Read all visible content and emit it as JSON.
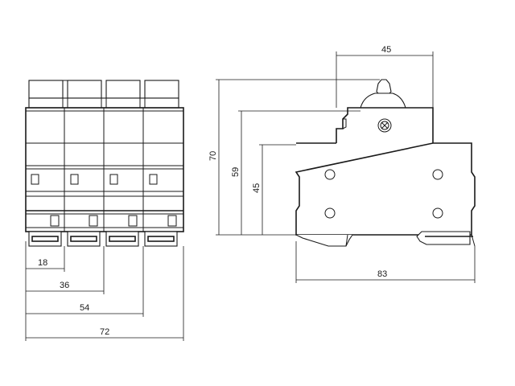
{
  "front_view": {
    "poles": 4,
    "dimensions": [
      {
        "id": "width_1_pole",
        "label": "18"
      },
      {
        "id": "width_2_pole",
        "label": "36"
      },
      {
        "id": "width_3_pole",
        "label": "54"
      },
      {
        "id": "width_4_pole",
        "label": "72"
      }
    ]
  },
  "side_view": {
    "dimensions": [
      {
        "id": "top_width",
        "label": "45"
      },
      {
        "id": "height_total",
        "label": "70"
      },
      {
        "id": "height_body",
        "label": "59"
      },
      {
        "id": "height_lower",
        "label": "45"
      },
      {
        "id": "depth",
        "label": "83"
      }
    ]
  }
}
